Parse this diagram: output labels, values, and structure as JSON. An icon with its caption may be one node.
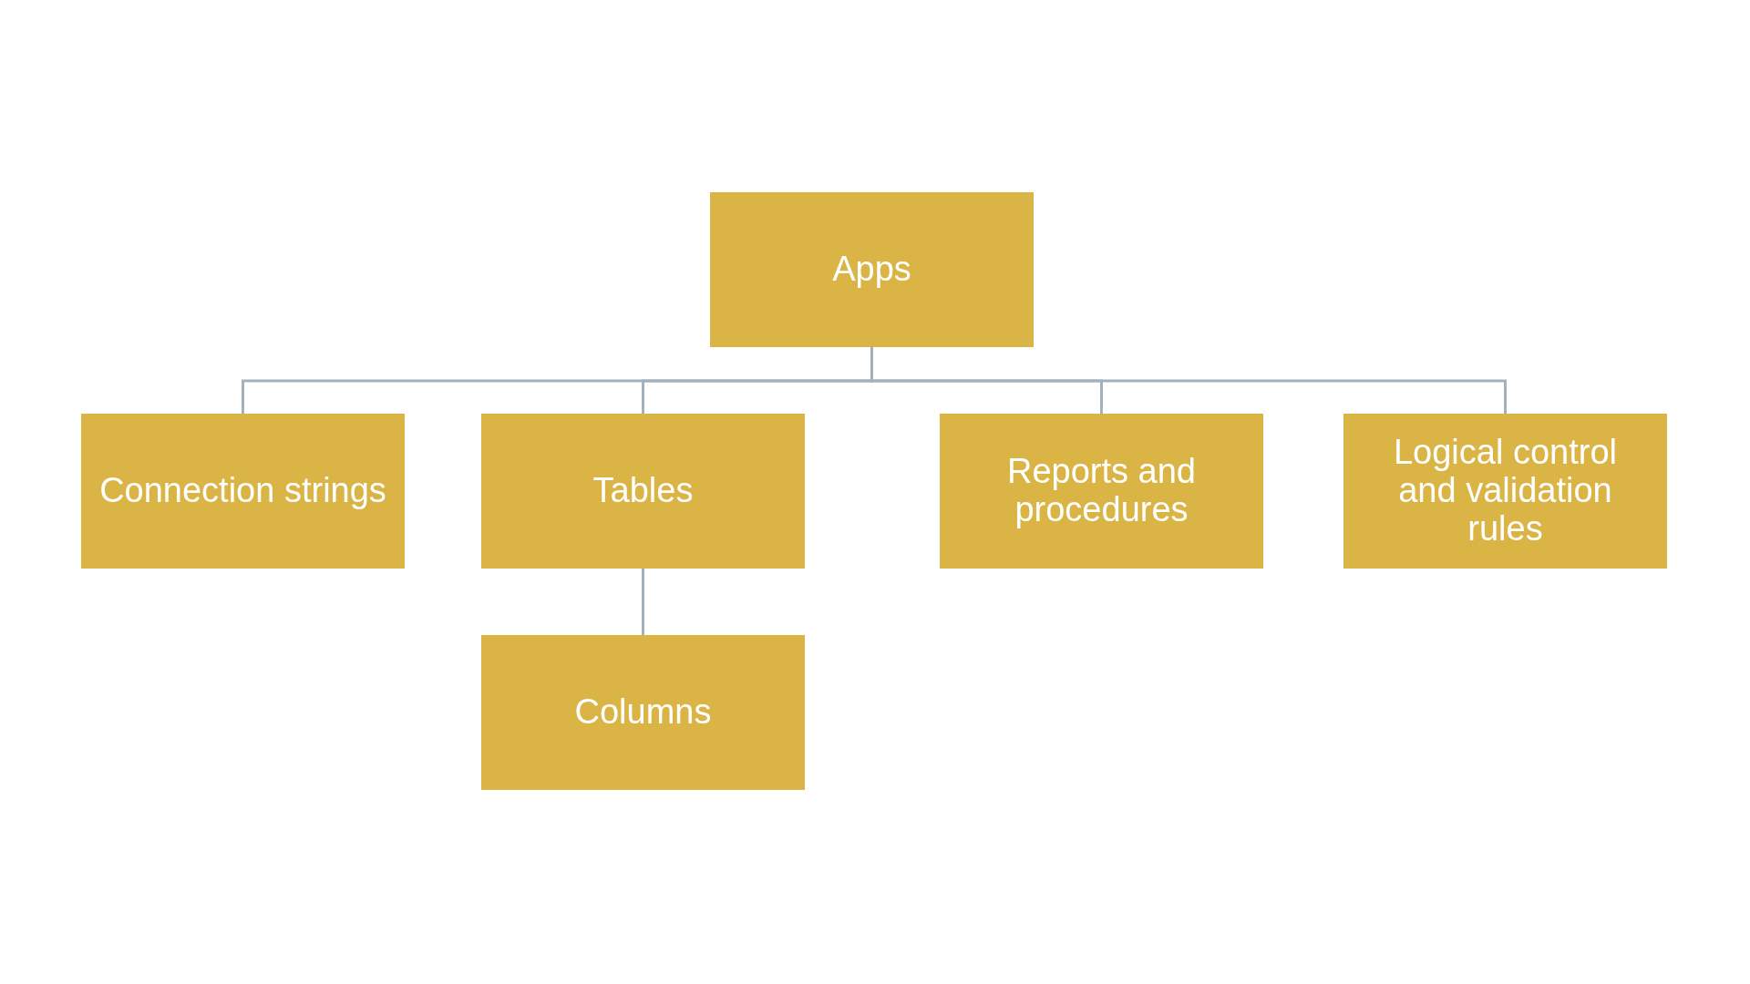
{
  "diagram": {
    "nodes": [
      {
        "text": [
          "Apps"
        ]
      },
      {
        "text": [
          "Connection strings"
        ]
      },
      {
        "text": [
          "Tables"
        ]
      },
      {
        "text": [
          "Reports and procedures"
        ]
      },
      {
        "text": [
          "Logical control and validation rules"
        ]
      },
      {
        "text": [
          "Columns"
        ]
      }
    ],
    "edges": [
      {
        "from": 0,
        "to": 1,
        "arrow": "none"
      },
      {
        "from": 0,
        "to": 2,
        "arrow": "none"
      },
      {
        "from": 0,
        "to": 3,
        "arrow": "none"
      },
      {
        "from": 0,
        "to": 4,
        "arrow": "none"
      },
      {
        "from": 2,
        "to": 5,
        "arrow": "none"
      }
    ]
  }
}
